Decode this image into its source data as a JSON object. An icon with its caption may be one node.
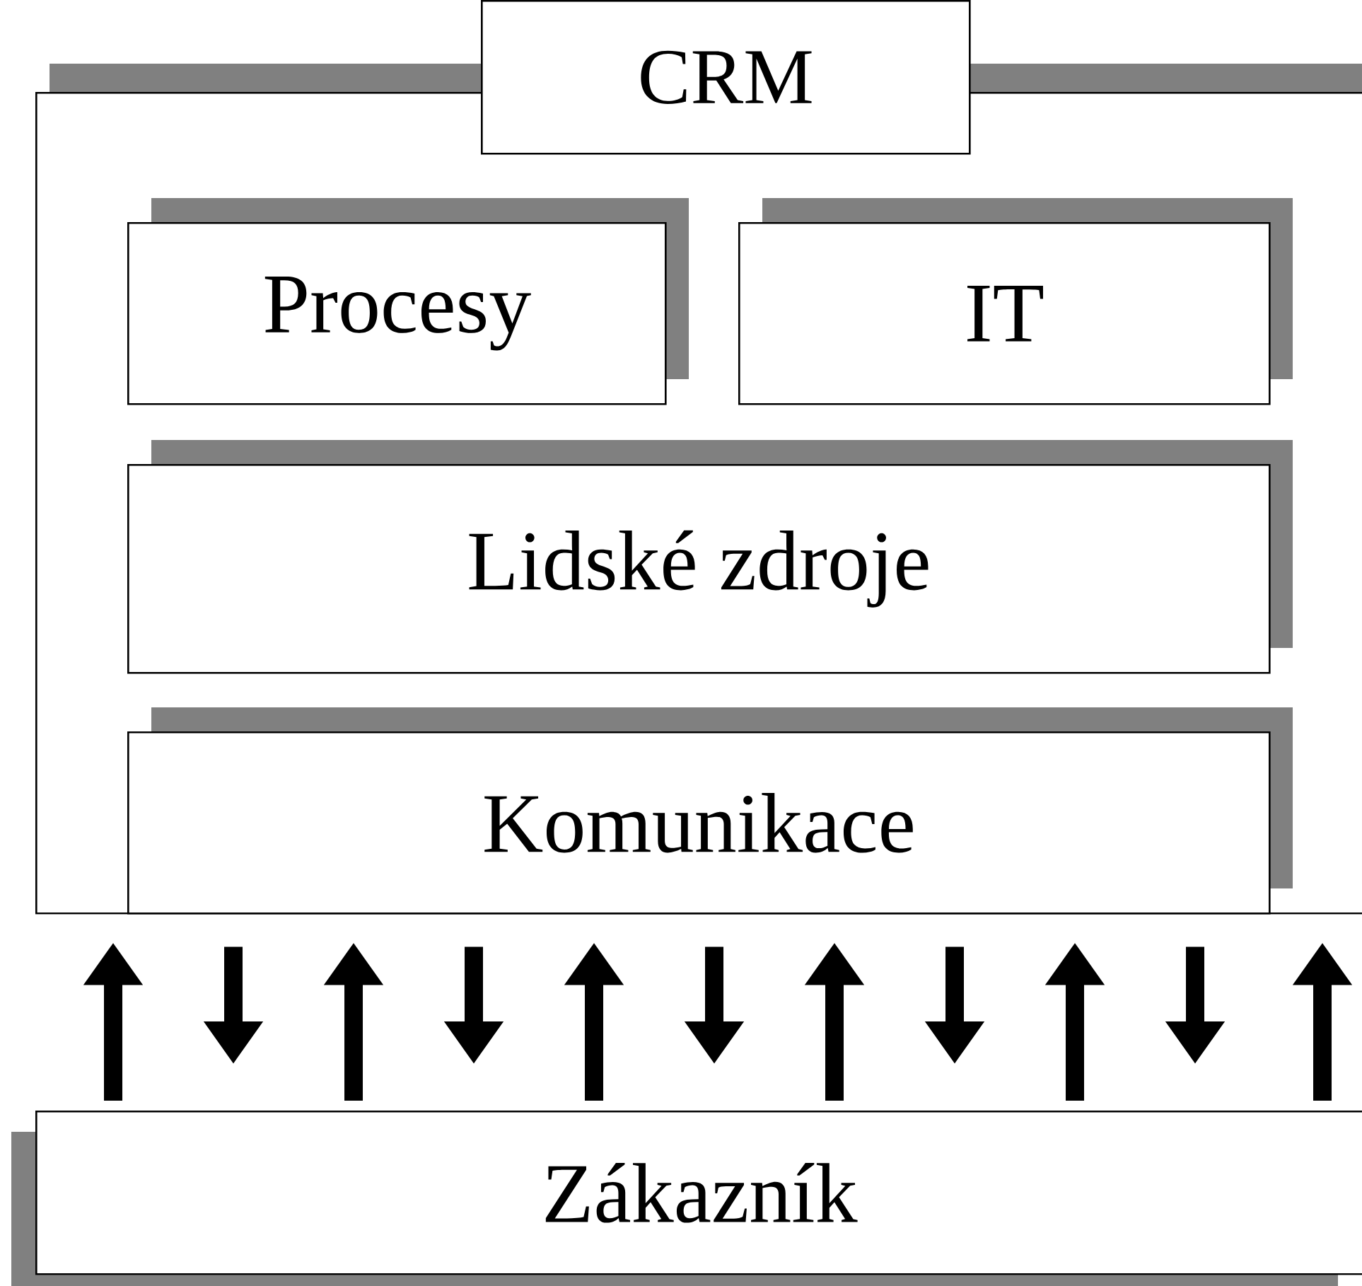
{
  "diagram": {
    "nodes": [
      {
        "text": [
          "CRM"
        ]
      },
      {
        "text": [
          "Procesy"
        ],
        "in": 0
      },
      {
        "text": [
          "IT"
        ],
        "in": 0
      },
      {
        "text": [
          "Lidské zdroje"
        ],
        "in": 0
      },
      {
        "text": [
          "Komunikace"
        ],
        "in": 0
      },
      {
        "text": [
          "Zákazník"
        ]
      }
    ],
    "edges": [
      {
        "from": 5,
        "to": 0,
        "arrow": "to"
      },
      {
        "from": 0,
        "to": 5,
        "arrow": "to"
      },
      {
        "from": 5,
        "to": 0,
        "arrow": "to"
      },
      {
        "from": 0,
        "to": 5,
        "arrow": "to"
      },
      {
        "from": 5,
        "to": 0,
        "arrow": "to"
      },
      {
        "from": 0,
        "to": 5,
        "arrow": "to"
      },
      {
        "from": 5,
        "to": 0,
        "arrow": "to"
      },
      {
        "from": 0,
        "to": 5,
        "arrow": "to"
      },
      {
        "from": 5,
        "to": 0,
        "arrow": "to"
      },
      {
        "from": 0,
        "to": 5,
        "arrow": "to"
      },
      {
        "from": 5,
        "to": 0,
        "arrow": "to"
      }
    ]
  }
}
